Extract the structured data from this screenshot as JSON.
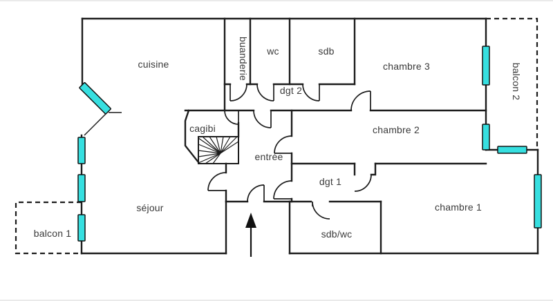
{
  "plan": {
    "rooms": {
      "cuisine": "cuisine",
      "buanderie": "buanderie",
      "wc": "wc",
      "sdb": "sdb",
      "chambre3": "chambre 3",
      "balcon2": "balcon 2",
      "dgt2": "dgt 2",
      "cagibi": "cagibi",
      "entree": "entrée",
      "chambre2": "chambre 2",
      "dgt1": "dgt 1",
      "sejour": "séjour",
      "balcon1": "balcon 1",
      "chambre1": "chambre 1",
      "sdbwc": "sdb/wc"
    },
    "colors": {
      "window": "#36dfe0",
      "wall": "#1b1b1b",
      "background": "#ffffff"
    }
  }
}
